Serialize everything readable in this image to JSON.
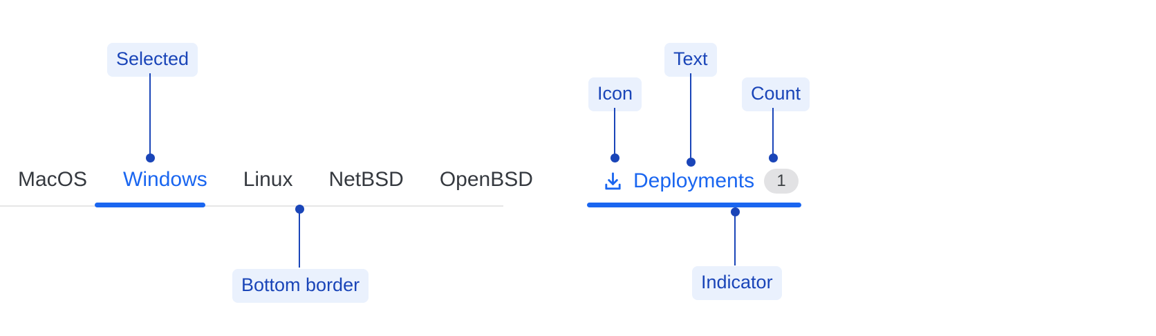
{
  "left_group": {
    "tabs": [
      {
        "label": "MacOS",
        "selected": false
      },
      {
        "label": "Windows",
        "selected": true
      },
      {
        "label": "Linux",
        "selected": false
      },
      {
        "label": "NetBSD",
        "selected": false
      },
      {
        "label": "OpenBSD",
        "selected": false
      }
    ],
    "annotations": {
      "selected": "Selected",
      "bottom_border": "Bottom border"
    }
  },
  "right_group": {
    "tab": {
      "icon": "download-icon",
      "label": "Deployments",
      "count": "1"
    },
    "annotations": {
      "icon": "Icon",
      "text": "Text",
      "count": "Count",
      "indicator": "Indicator"
    }
  },
  "colors": {
    "accent_blue": "#1a66f0",
    "annotation_blue": "#1a45b8",
    "annotation_bg": "#eaf1fd",
    "tab_text": "#35393f",
    "divider": "#e6e6e6",
    "count_bg": "#e2e2e4",
    "count_text": "#3c4043"
  }
}
